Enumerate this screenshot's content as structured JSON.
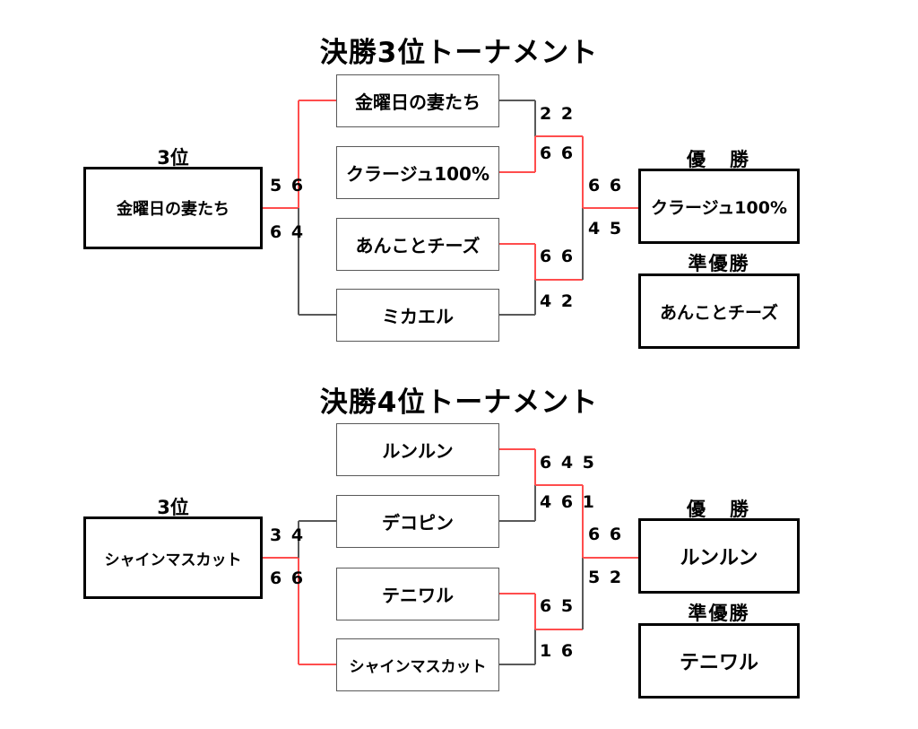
{
  "page": {
    "background": "#ffffff",
    "line_color_win": "#ff4d4d",
    "line_color_lose": "#595959",
    "text_color": "#000000"
  },
  "brackets": [
    {
      "id": "third-place-final",
      "title": "決勝3位トーナメント",
      "seed": {
        "label": "3位",
        "team": "金曜日の妻たち",
        "scores_top": "5 6",
        "scores_bottom": "6 4"
      },
      "round1": [
        {
          "team": "金曜日の妻たち",
          "score": "2 2",
          "winner": false
        },
        {
          "team": "クラージュ100%",
          "score": "6 6",
          "winner": true
        },
        {
          "team": "あんことチーズ",
          "score": "6 6",
          "winner": true
        },
        {
          "team": "ミカエル",
          "score": "4 2",
          "winner": false
        }
      ],
      "final": [
        {
          "score": "6 6",
          "winner": true
        },
        {
          "score": "4 5",
          "winner": false
        }
      ],
      "results": [
        {
          "label": "優　勝",
          "team": "クラージュ100%"
        },
        {
          "label": "準優勝",
          "team": "あんことチーズ"
        }
      ]
    },
    {
      "id": "fourth-place-final",
      "title": "決勝4位トーナメント",
      "seed": {
        "label": "3位",
        "team": "シャインマスカット",
        "scores_top": "3 4",
        "scores_bottom": "6 6"
      },
      "round1": [
        {
          "team": "ルンルン",
          "score": "6 4 5",
          "winner": true
        },
        {
          "team": "デコピン",
          "score": "4 6 1",
          "winner": false
        },
        {
          "team": "テニワル",
          "score": "6 5",
          "winner": true
        },
        {
          "team": "シャインマスカット",
          "score": "1 6",
          "winner": false
        }
      ],
      "final": [
        {
          "score": "6 6",
          "winner": true
        },
        {
          "score": "5 2",
          "winner": false
        }
      ],
      "results": [
        {
          "label": "優　勝",
          "team": "ルンルン"
        },
        {
          "label": "準優勝",
          "team": "テニワル"
        }
      ]
    }
  ]
}
